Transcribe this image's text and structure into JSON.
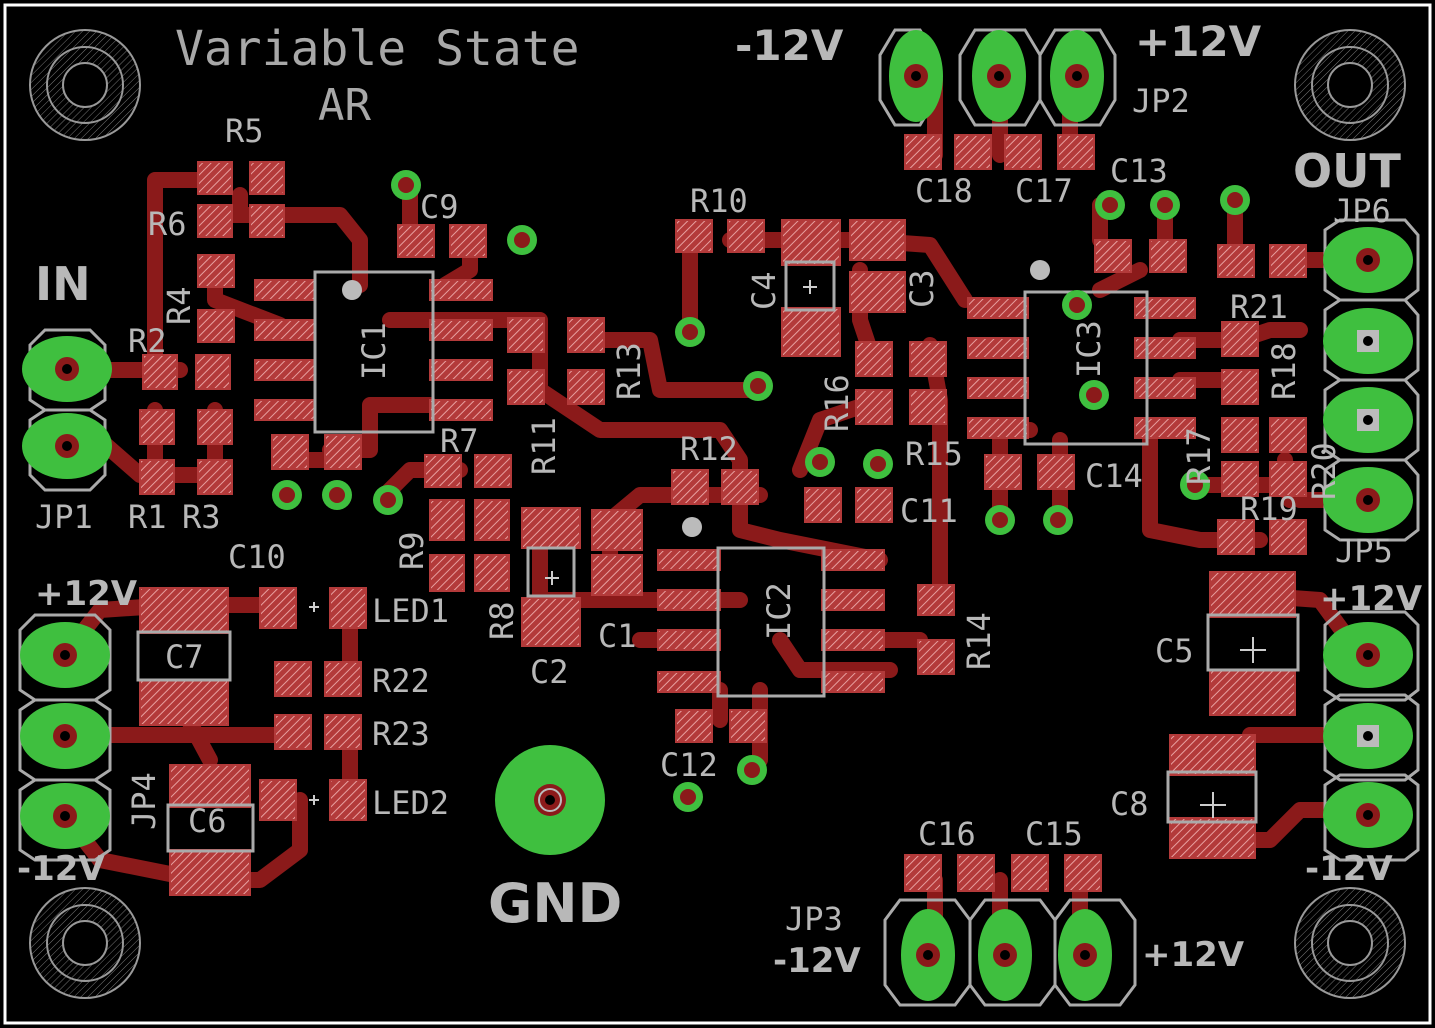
{
  "board": {
    "title_line1": "Variable State",
    "title_line2": "AR",
    "colors": {
      "background": "#000000",
      "outline": "#ffffff",
      "trace": "#8b1a1a",
      "pad": "#b33a3a",
      "pad_hatch": "#e8a0a0",
      "via": "#3fbf3f",
      "silk": "#b8b8b8"
    }
  },
  "labels": {
    "in": "IN",
    "out": "OUT",
    "gnd": "GND",
    "plus12_a": "+12V",
    "minus12_a": "-12V",
    "plus12_b": "+12V",
    "minus12_b": "-12V",
    "plus12_c": "+12V",
    "minus12_c": "-12V",
    "plus12_d": "+12V",
    "minus12_d": "-12V"
  },
  "designators": {
    "JP1": "JP1",
    "JP2": "JP2",
    "JP3": "JP3",
    "JP4": "JP4",
    "JP5": "JP5",
    "JP6": "JP6",
    "IC1": "IC1",
    "IC2": "IC2",
    "IC3": "IC3",
    "R1": "R1",
    "R2": "R2",
    "R3": "R3",
    "R4": "R4",
    "R5": "R5",
    "R6": "R6",
    "R7": "R7",
    "R8": "R8",
    "R9": "R9",
    "R10": "R10",
    "R11": "R11",
    "R12": "R12",
    "R13": "R13",
    "R14": "R14",
    "R15": "R15",
    "R16": "R16",
    "R17": "R17",
    "R18": "R18",
    "R19": "R19",
    "R20": "R20",
    "R21": "R21",
    "R22": "R22",
    "R23": "R23",
    "C1": "C1",
    "C2": "C2",
    "C3": "C3",
    "C4": "C4",
    "C5": "C5",
    "C6": "C6",
    "C7": "C7",
    "C8": "C8",
    "C9": "C9",
    "C10": "C10",
    "C11": "C11",
    "C12": "C12",
    "C13": "C13",
    "C14": "C14",
    "C15": "C15",
    "C16": "C16",
    "C17": "C17",
    "C18": "C18",
    "LED1": "LED1",
    "LED2": "LED2"
  }
}
